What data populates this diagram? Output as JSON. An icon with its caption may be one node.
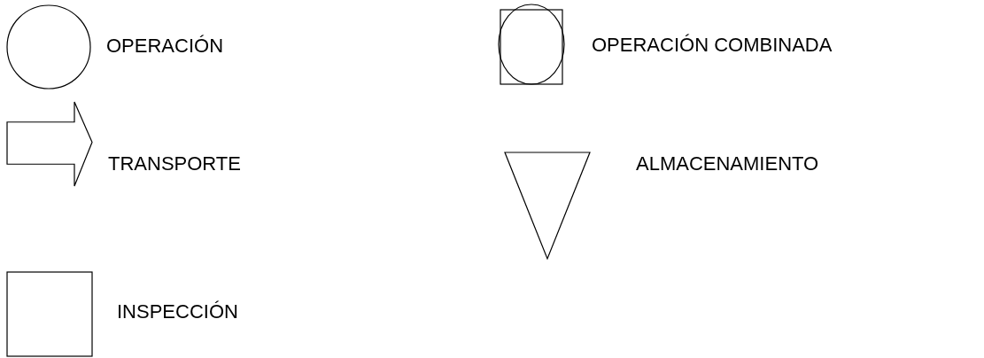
{
  "diagram": {
    "nodes": [
      {
        "text": [],
        "shape": "circle",
        "beside": [
          "OPERACIÓN"
        ]
      },
      {
        "text": [],
        "shape": "combined",
        "beside": [
          "OPERACIÓN COMBINADA"
        ]
      },
      {
        "text": [],
        "shape": "arrow",
        "beside": [
          "TRANSPORTE"
        ]
      },
      {
        "text": [],
        "shape": "triangle",
        "beside": [
          "ALMACENAMIENTO"
        ]
      },
      {
        "text": [],
        "shape": "box",
        "beside": [
          "INSPECCIÓN"
        ]
      }
    ]
  }
}
